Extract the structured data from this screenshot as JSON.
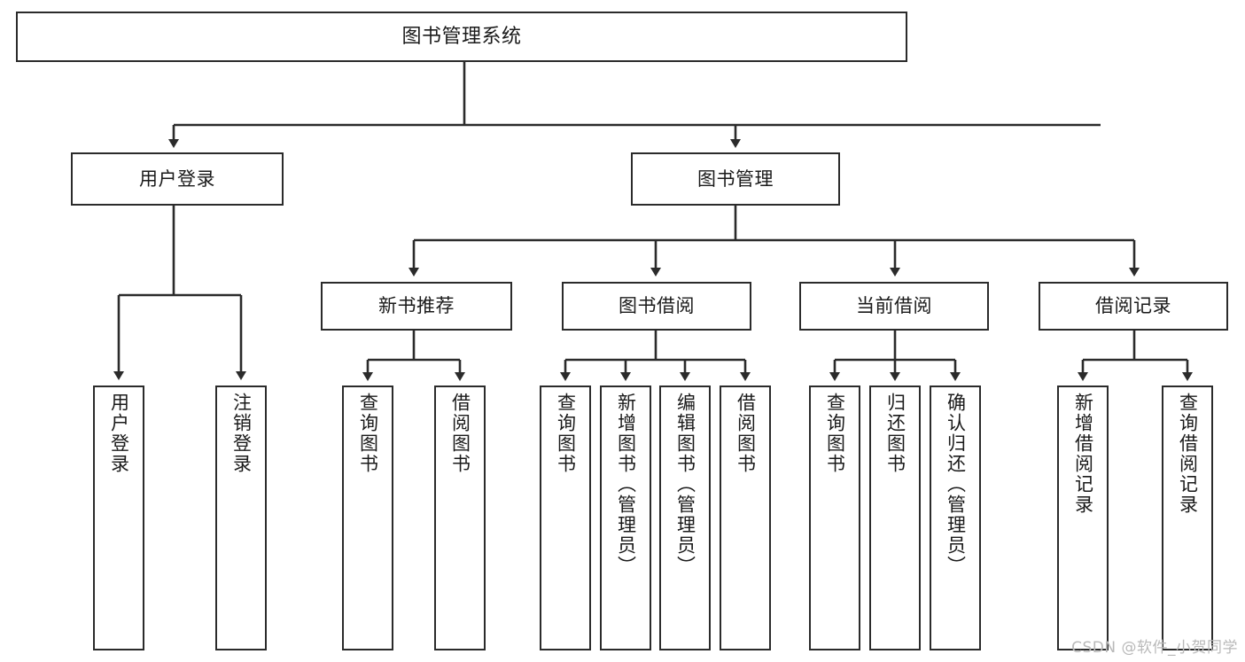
{
  "diagram": {
    "title": "图书管理系统",
    "type": "tree-hierarchy",
    "watermark": "CSDN @软件_小贺同学",
    "colors": {
      "background": "#ffffff",
      "node_border": "#2b2b2b",
      "node_fill": "#ffffff",
      "edge": "#2b2b2b",
      "text": "#1a1a1a",
      "watermark": "#b9b9b9"
    },
    "nodes": {
      "root": {
        "label": "图书管理系统"
      },
      "level2": [
        {
          "id": "user-login",
          "label": "用户登录"
        },
        {
          "id": "book-manage",
          "label": "图书管理"
        }
      ],
      "level3": [
        {
          "id": "new-book-recommend",
          "label": "新书推荐"
        },
        {
          "id": "book-borrow",
          "label": "图书借阅"
        },
        {
          "id": "current-borrow",
          "label": "当前借阅"
        },
        {
          "id": "borrow-record",
          "label": "借阅记录"
        }
      ],
      "leaves": {
        "user_login": [
          {
            "id": "leaf-user-login",
            "label": "用户登录"
          },
          {
            "id": "leaf-logout-login",
            "label": "注销登录"
          }
        ],
        "new_book_recommend": [
          {
            "id": "leaf-query-book-1",
            "label": "查询图书"
          },
          {
            "id": "leaf-borrow-book-1",
            "label": "借阅图书"
          }
        ],
        "book_borrow": [
          {
            "id": "leaf-query-book-2",
            "label": "查询图书"
          },
          {
            "id": "leaf-add-book",
            "label": "新增图书（管理员）"
          },
          {
            "id": "leaf-edit-book",
            "label": "编辑图书（管理员）"
          },
          {
            "id": "leaf-borrow-book-2",
            "label": "借阅图书"
          }
        ],
        "current_borrow": [
          {
            "id": "leaf-query-book-3",
            "label": "查询图书"
          },
          {
            "id": "leaf-return-book",
            "label": "归还图书"
          },
          {
            "id": "leaf-confirm-return",
            "label": "确认归还（管理员）"
          }
        ],
        "borrow_record": [
          {
            "id": "leaf-add-record",
            "label": "新增借阅记录"
          },
          {
            "id": "leaf-query-record",
            "label": "查询借阅记录"
          }
        ]
      }
    }
  }
}
